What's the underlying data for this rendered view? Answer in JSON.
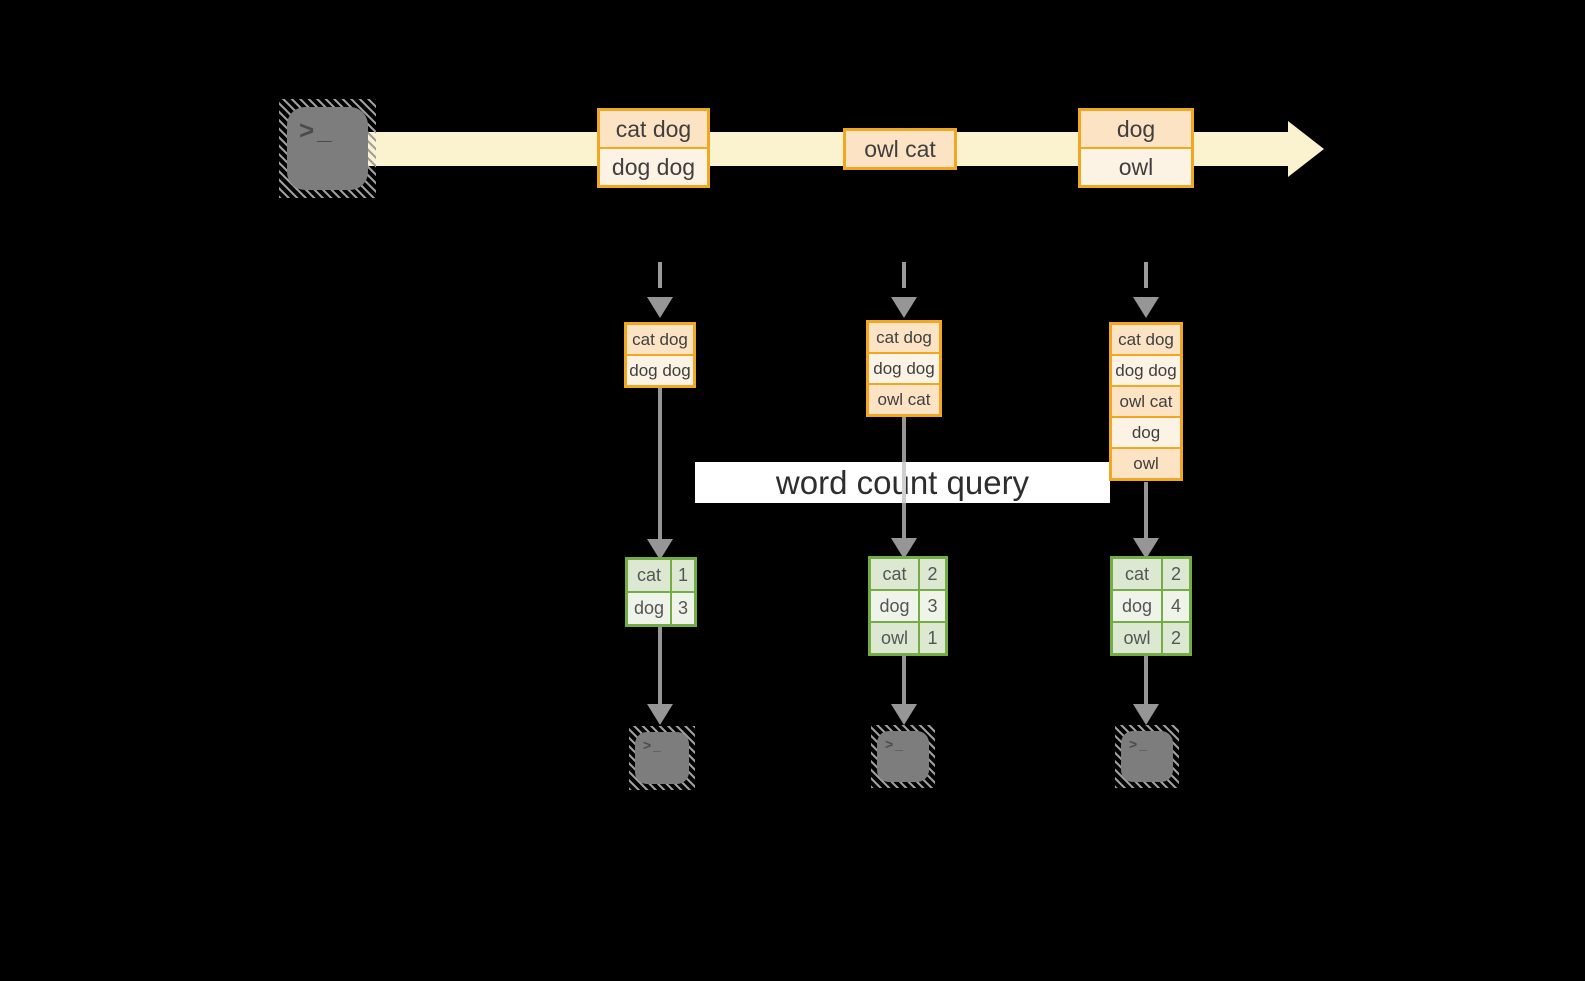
{
  "query_label": "word count query",
  "terminal": {
    "glyph": ">_"
  },
  "stream": {
    "batches": [
      {
        "rows": [
          "cat dog",
          "dog dog"
        ]
      },
      {
        "rows": [
          "owl cat"
        ]
      },
      {
        "rows": [
          "dog",
          "owl"
        ]
      }
    ]
  },
  "pipelines": [
    {
      "window": [
        "cat dog",
        "dog dog"
      ],
      "counts": [
        {
          "word": "cat",
          "count": "1"
        },
        {
          "word": "dog",
          "count": "3"
        }
      ]
    },
    {
      "window": [
        "cat dog",
        "dog dog",
        "owl cat"
      ],
      "counts": [
        {
          "word": "cat",
          "count": "2"
        },
        {
          "word": "dog",
          "count": "3"
        },
        {
          "word": "owl",
          "count": "1"
        }
      ]
    },
    {
      "window": [
        "cat dog",
        "dog dog",
        "owl cat",
        "dog",
        "owl"
      ],
      "counts": [
        {
          "word": "cat",
          "count": "2"
        },
        {
          "word": "dog",
          "count": "4"
        },
        {
          "word": "owl",
          "count": "2"
        }
      ]
    }
  ],
  "colors": {
    "background": "#000000",
    "stream_band": "#fbf2cf",
    "box_border": "#f0a822",
    "box_fill_dark": "#fbe3c3",
    "box_fill_light": "#fdf3e4",
    "table_border": "#74ad45",
    "cell_fill_dark": "#dce8d1",
    "cell_fill_light": "#eef4e9",
    "arrow_gray": "#969696",
    "terminal_gray": "#7d7d7d",
    "label_bg": "#ffffff"
  }
}
